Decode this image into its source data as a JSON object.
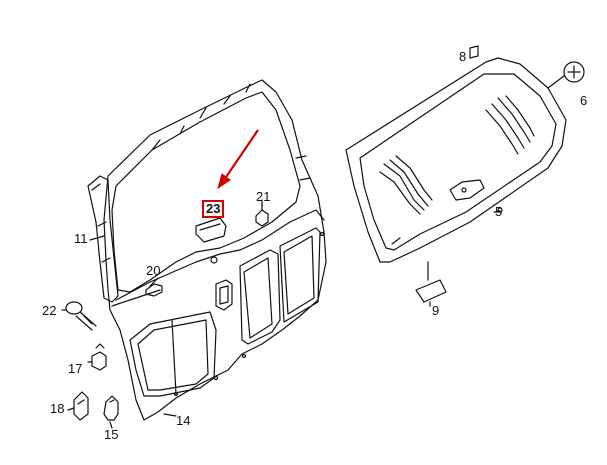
{
  "diagram": {
    "highlight_color": "#d40000",
    "line_color": "#111111",
    "highlighted_part": "23",
    "callouts": [
      {
        "id": "part-8",
        "label": "8"
      },
      {
        "id": "part-6",
        "label": "6"
      },
      {
        "id": "part-5",
        "label": "5"
      },
      {
        "id": "part-9",
        "label": "9"
      },
      {
        "id": "part-21",
        "label": "21"
      },
      {
        "id": "part-23",
        "label": "23"
      },
      {
        "id": "part-11",
        "label": "11"
      },
      {
        "id": "part-20",
        "label": "20"
      },
      {
        "id": "part-22",
        "label": "22"
      },
      {
        "id": "part-17",
        "label": "17"
      },
      {
        "id": "part-18",
        "label": "18"
      },
      {
        "id": "part-15",
        "label": "15"
      },
      {
        "id": "part-14",
        "label": "14"
      }
    ]
  }
}
